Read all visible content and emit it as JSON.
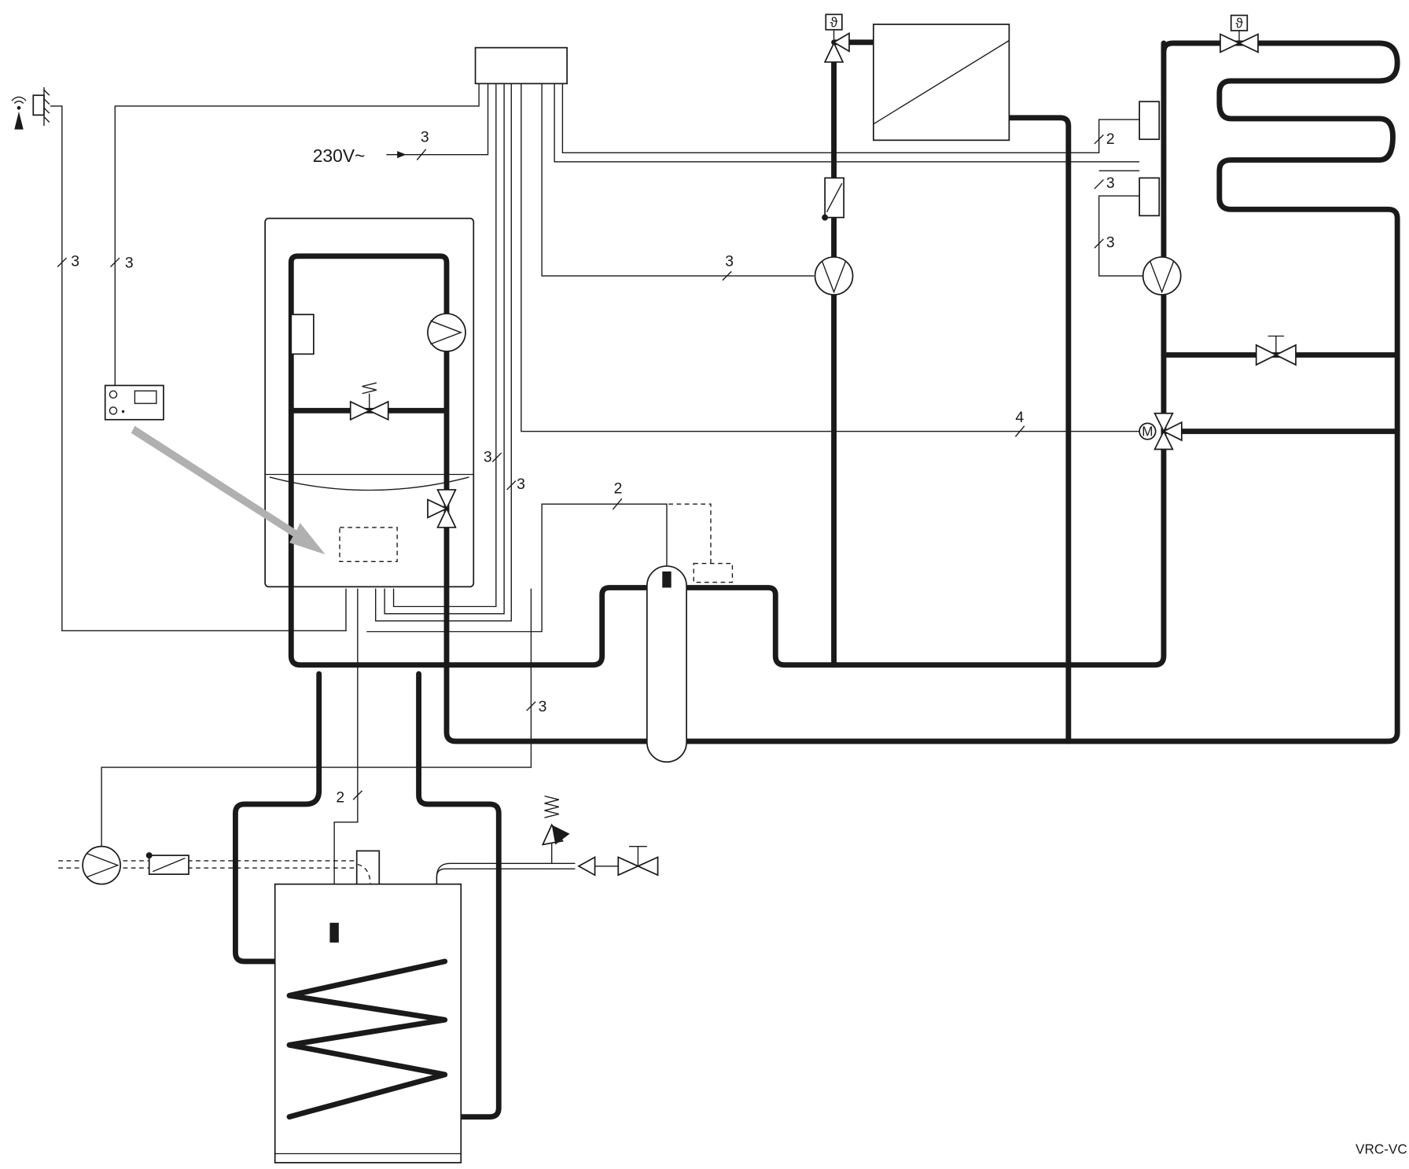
{
  "labels": {
    "power_supply": "230V~",
    "cable_3": "3",
    "cable_2": "2",
    "cable_4": "4",
    "drawing_code": "VRC-VC"
  },
  "icons": {
    "thermostatic_valve": "thermostatic-valve-icon",
    "pump": "pump-icon",
    "antenna": "radio-antenna-icon",
    "mixing_valve": "motorised-mixing-valve-icon"
  },
  "symbols": {
    "theta": "ϑ",
    "motor": "M"
  },
  "colors": {
    "line": "#1a1a1a",
    "arrow": "#b0b0b0"
  }
}
